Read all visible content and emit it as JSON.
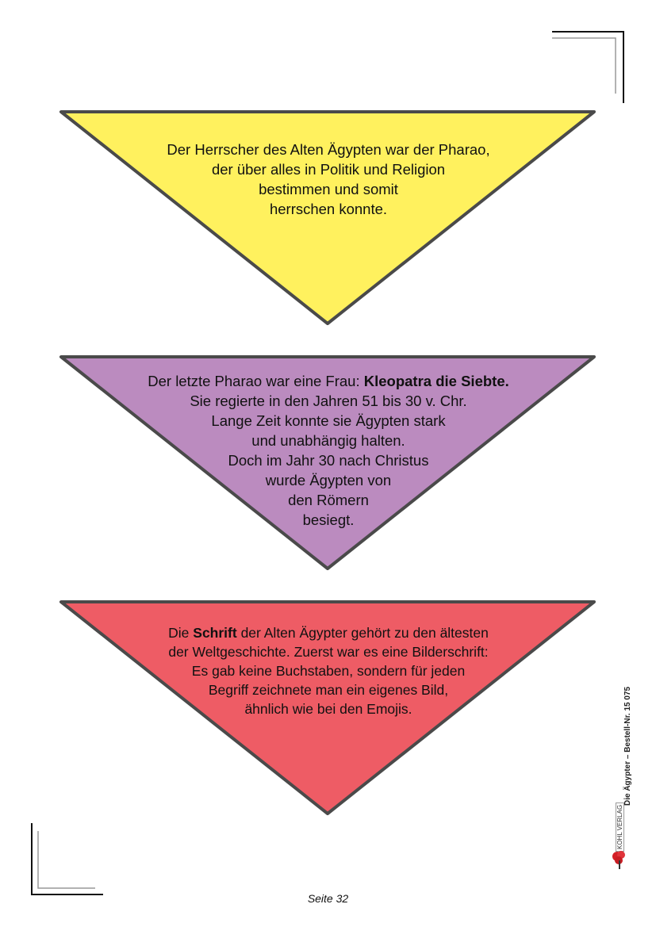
{
  "triangles": [
    {
      "fill": "#fff15e",
      "lines": [
        "Der Herrscher des Alten Ägypten war der Pharao,",
        "der über alles in Politik und Religion",
        "bestimmen und somit",
        "herrschen konnte."
      ]
    },
    {
      "fill": "#bb8bbf",
      "line1_prefix": "Der letzte Pharao war eine Frau: ",
      "line1_bold": "Kleopatra die Siebte.",
      "lines": [
        "Sie regierte in den Jahren 51 bis 30 v. Chr.",
        "Lange Zeit konnte sie Ägypten stark",
        "und unabhängig halten.",
        "Doch im Jahr 30 nach Christus",
        "wurde Ägypten von",
        "den Römern",
        "besiegt."
      ]
    },
    {
      "fill": "#ee5c65",
      "line1_prefix": "Die ",
      "line1_bold": "Schrift",
      "line1_suffix": " der Alten Ägypter gehört zu den ältesten",
      "lines": [
        "der Weltgeschichte. Zuerst war es eine Bilderschrift:",
        "Es gab keine Buchstaben, sondern für jeden",
        "Begriff zeichnete man ein eigenes Bild,",
        "ähnlich wie bei den Emojis."
      ]
    }
  ],
  "side_label": "Die Ägypter  –  Bestell-Nr. 15 075",
  "publisher": "KOHL VERLAG",
  "page_number": "Seite 32"
}
